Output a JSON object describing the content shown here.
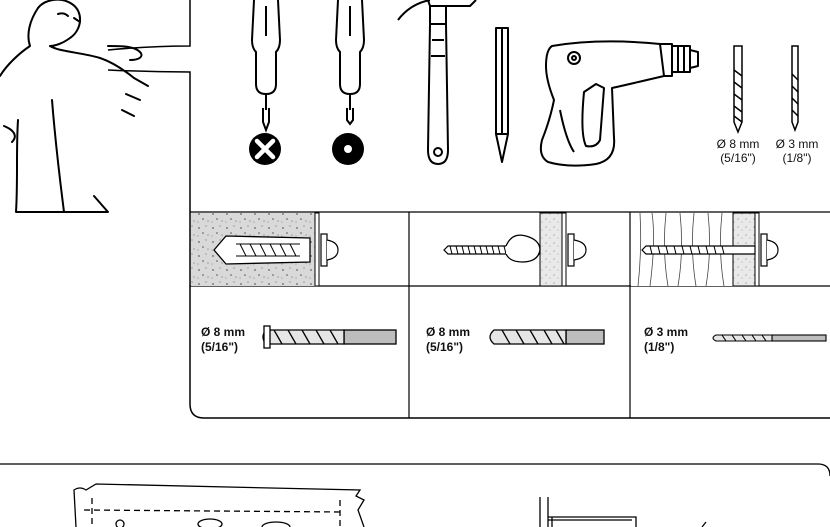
{
  "tools": {
    "drill_bits": [
      {
        "size": "Ø 8 mm",
        "imperial": "(5/16\")"
      },
      {
        "size": "Ø 3 mm",
        "imperial": "(1/8\")"
      }
    ]
  },
  "fixing_table": {
    "columns": [
      {
        "wall": "concrete",
        "bit_size": "Ø 8 mm",
        "bit_imperial": "(5/16\")"
      },
      {
        "wall": "plasterboard",
        "bit_size": "Ø 8 mm",
        "bit_imperial": "(5/16\")"
      },
      {
        "wall": "wood",
        "bit_size": "Ø 3 mm",
        "bit_imperial": "(1/8\")"
      }
    ]
  },
  "icons": [
    "person-icon",
    "phillips-screwdriver-icon",
    "flat-screwdriver-icon",
    "hammer-icon",
    "pencil-icon",
    "drill-icon",
    "drill-bit-icon",
    "phillips-head-icon",
    "flat-head-icon"
  ]
}
